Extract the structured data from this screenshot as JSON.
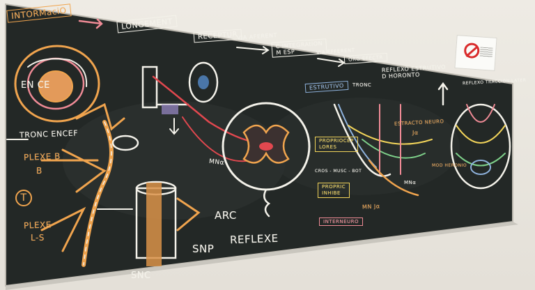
{
  "board": {
    "header": {
      "info": "INTORMaciO",
      "longement": "LONGEMENT",
      "recepteur": "RECEPTUR",
      "via_afferent": "VIA AFERENT",
      "centre": "C INTEGRAtION",
      "centre_2": "M ESP",
      "via_efferent": "VIA EFFERENT",
      "organe": "ORG EFECTR",
      "reflexe_title": "REFLEXO ESTRUTIVO",
      "reflexe_title_2": "D HORONTO",
      "reflexe_lat": "REFLEXO TRACCIÓN LATER"
    },
    "left": {
      "encephale": "EN CE",
      "tronc": "TRONC ENCEF",
      "plexe_b": "PLEXE B",
      "plexe_b_2": "B",
      "t_mark": "T",
      "plexe_ls": "PLEXE",
      "plexe_ls_2": "L-S",
      "snc": "SNC"
    },
    "center": {
      "mn": "MNα",
      "arc": "ARC",
      "reflexe": "REFLEXE",
      "snp": "SNP"
    },
    "right": {
      "estrutivo": "ESTRUTIVO",
      "tronco": "TRONC",
      "proprio": "PROPRIOCEP",
      "proprio_2": "LORES",
      "cross": "CROS - MUSC - BOT",
      "proprio_inhib": "PROPRIC",
      "proprio_inhib_2": "INHIBE",
      "interneurons": "INTERNEURO",
      "gamma_neurons": "ESTRACTO NEURO",
      "gamma_sub": "Jα",
      "mn_label": "MNα",
      "bottom_label": "MN Jα",
      "right_label": "MOD HERONIO"
    }
  },
  "sign": {
    "icon": "no-smoking-icon"
  },
  "colors": {
    "board": "#232826",
    "chalk_white": "#f4f2ea",
    "chalk_orange": "#f0a44e",
    "chalk_pink": "#f08b96",
    "chalk_yellow": "#f2d45a",
    "chalk_red": "#e2484f"
  }
}
